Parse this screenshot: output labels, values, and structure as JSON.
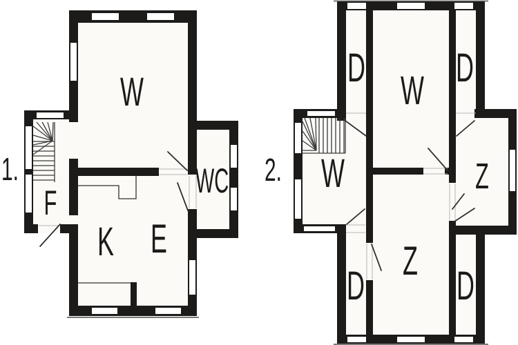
{
  "figure": {
    "type": "architectural floor plan, two floors",
    "colors": {
      "wall": "#1c1b19",
      "room_fill": "#fbfaf6",
      "background": "#ffffff",
      "door_line": "#2f2f2f"
    }
  },
  "plans": [
    {
      "floor_label": "1.",
      "rooms": [
        {
          "label": "W",
          "position": "top main room"
        },
        {
          "label": "WC",
          "position": "right wing"
        },
        {
          "label": "F",
          "position": "left wing below staircase"
        },
        {
          "label": "K",
          "position": "bottom left"
        },
        {
          "label": "E",
          "position": "bottom right"
        }
      ]
    },
    {
      "floor_label": "2.",
      "rooms": [
        {
          "label": "D",
          "position": "top left"
        },
        {
          "label": "W",
          "position": "top center"
        },
        {
          "label": "D",
          "position": "top right"
        },
        {
          "label": "W",
          "position": "left wing stair hall"
        },
        {
          "label": "Z",
          "position": "right wing"
        },
        {
          "label": "Z",
          "position": "bottom center"
        },
        {
          "label": "D",
          "position": "bottom left"
        },
        {
          "label": "D",
          "position": "bottom right"
        }
      ]
    }
  ]
}
